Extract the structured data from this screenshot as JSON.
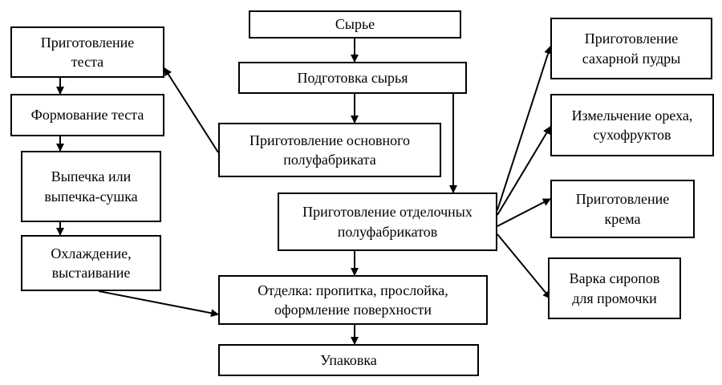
{
  "diagram": {
    "nodes": {
      "raw": "Сырье",
      "prep_raw": "Подготовка сырья",
      "main_semi": "Приготовление основного\nполуфабриката",
      "finishing_semi": "Приготовление отделочных\nполуфабрикатов",
      "finish": "Отделка: пропитка, прослойка,\nоформление поверхности",
      "pack": "Упаковка",
      "dough": "Приготовление\nтеста",
      "forming": "Формование теста",
      "baking": "Выпечка или\nвыпечка-сушка",
      "cooling": "Охлаждение,\nвыстаивание",
      "sugar": "Приготовление\nсахарной пудры",
      "nuts": "Измельчение ореха,\nсухофруктов",
      "cream": "Приготовление\nкрема",
      "syrup": "Варка сиропов\nдля промочки"
    }
  }
}
